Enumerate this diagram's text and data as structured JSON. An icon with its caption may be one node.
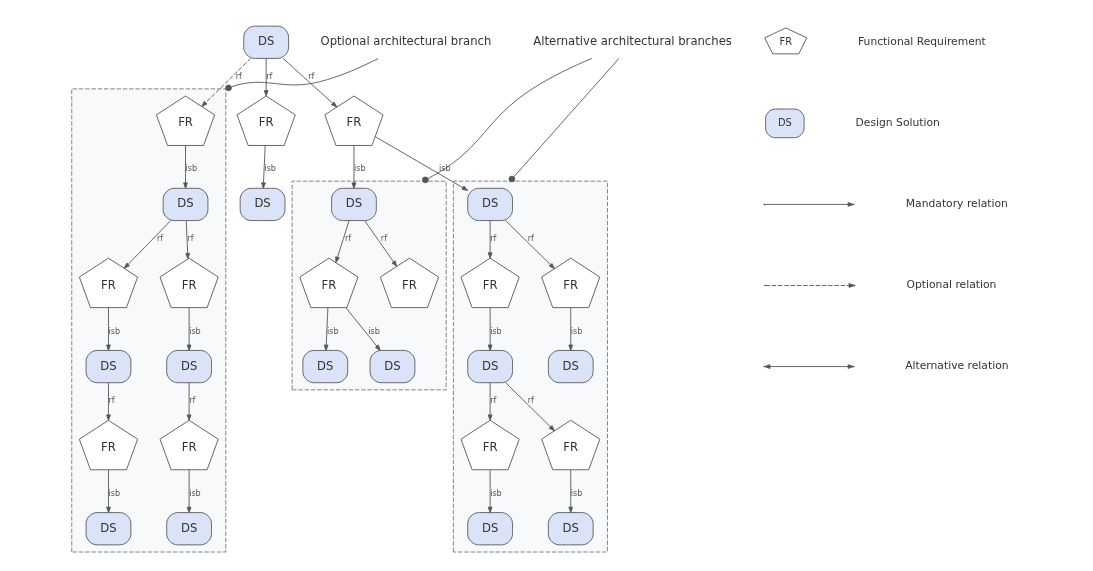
{
  "diagram": {
    "nodes": [
      {
        "text": [
          "DS"
        ]
      },
      {
        "text": [],
        "shape": "box"
      },
      {
        "text": [
          "FR"
        ],
        "in": 1
      },
      {
        "text": [
          "DS"
        ],
        "in": 1
      },
      {
        "text": [
          "FR"
        ],
        "in": 1
      },
      {
        "text": [
          "FR"
        ],
        "in": 1
      },
      {
        "text": [
          "DS"
        ],
        "in": 1
      },
      {
        "text": [
          "DS"
        ],
        "in": 1
      },
      {
        "text": [
          "FR"
        ],
        "in": 1
      },
      {
        "text": [
          "FR"
        ],
        "in": 1
      },
      {
        "text": [
          "DS"
        ],
        "in": 1
      },
      {
        "text": [
          "DS"
        ],
        "in": 1
      },
      {
        "text": [
          "FR"
        ]
      },
      {
        "text": [
          "DS"
        ]
      },
      {
        "text": [
          "FR"
        ]
      },
      {
        "text": [],
        "shape": "box"
      },
      {
        "text": [
          "DS"
        ],
        "in": 15
      },
      {
        "text": [
          "FR"
        ],
        "in": 15
      },
      {
        "text": [
          "FR"
        ],
        "in": 15
      },
      {
        "text": [
          "DS"
        ],
        "in": 15
      },
      {
        "text": [
          "DS"
        ],
        "in": 15
      },
      {
        "text": [],
        "shape": "box"
      },
      {
        "text": [
          "DS"
        ],
        "in": 21
      },
      {
        "text": [
          "FR"
        ],
        "in": 21
      },
      {
        "text": [
          "FR"
        ],
        "in": 21
      },
      {
        "text": [
          "DS"
        ],
        "in": 21
      },
      {
        "text": [
          "DS"
        ],
        "in": 21
      },
      {
        "text": [
          "FR"
        ],
        "in": 21
      },
      {
        "text": [
          "FR"
        ],
        "in": 21
      },
      {
        "text": [
          "DS"
        ],
        "in": 21
      },
      {
        "text": [
          "DS"
        ],
        "in": 21
      },
      {
        "text": [
          "Alternative architectural branches"
        ]
      },
      {
        "text": [
          "Optional architectural branch"
        ]
      }
    ],
    "edges": [
      {
        "from": 0,
        "to": 2,
        "arrow": "to",
        "label": "rf",
        "style": "dashed"
      },
      {
        "from": 0,
        "to": 12,
        "arrow": "to",
        "label": "rf"
      },
      {
        "from": 0,
        "to": 14,
        "arrow": "to",
        "label": "rf"
      },
      {
        "from": 2,
        "to": 3,
        "arrow": "to",
        "label": "isb"
      },
      {
        "from": 3,
        "to": 4,
        "arrow": "to",
        "label": "rf"
      },
      {
        "from": 3,
        "to": 5,
        "arrow": "to",
        "label": "rf"
      },
      {
        "from": 4,
        "to": 6,
        "arrow": "to",
        "label": "isb"
      },
      {
        "from": 5,
        "to": 7,
        "arrow": "to",
        "label": "isb"
      },
      {
        "from": 6,
        "to": 8,
        "arrow": "to",
        "label": "rf"
      },
      {
        "from": 7,
        "to": 9,
        "arrow": "to",
        "label": "rf"
      },
      {
        "from": 8,
        "to": 10,
        "arrow": "to",
        "label": "isb"
      },
      {
        "from": 9,
        "to": 11,
        "arrow": "to",
        "label": "isb"
      },
      {
        "from": 12,
        "to": 13,
        "arrow": "to",
        "label": "isb"
      },
      {
        "from": 14,
        "to": 16,
        "arrow": "to",
        "label": "isb"
      },
      {
        "from": 14,
        "to": 22,
        "arrow": "to",
        "label": "isb"
      },
      {
        "from": 16,
        "to": 17,
        "arrow": "to",
        "label": "rf"
      },
      {
        "from": 16,
        "to": 18,
        "arrow": "to",
        "label": "rf"
      },
      {
        "from": 17,
        "to": 19,
        "arrow": "to",
        "label": "isb"
      },
      {
        "from": 17,
        "to": 20,
        "arrow": "to",
        "label": "isb"
      },
      {
        "from": 22,
        "to": 23,
        "arrow": "to",
        "label": "rf"
      },
      {
        "from": 22,
        "to": 24,
        "arrow": "to",
        "label": "rf"
      },
      {
        "from": 23,
        "to": 25,
        "arrow": "to",
        "label": "isb"
      },
      {
        "from": 24,
        "to": 26,
        "arrow": "to",
        "label": "isb"
      },
      {
        "from": 25,
        "to": 27,
        "arrow": "to",
        "label": "rf"
      },
      {
        "from": 25,
        "to": 28,
        "arrow": "to",
        "label": "rf"
      },
      {
        "from": 27,
        "to": 29,
        "arrow": "to",
        "label": "isb"
      },
      {
        "from": 28,
        "to": 30,
        "arrow": "to",
        "label": "isb"
      },
      {
        "from": 31,
        "to": 15,
        "arrow": "other"
      },
      {
        "from": 31,
        "to": 21,
        "arrow": "other"
      },
      {
        "from": 32,
        "to": 1,
        "arrow": "other"
      }
    ],
    "labels": [
      "FR",
      "DS"
    ],
    "legend": [
      {
        "text": "Functional Requirement"
      },
      {
        "text": "Design Solution"
      },
      {
        "text": "Mandatory relation"
      },
      {
        "text": "Optional relation"
      },
      {
        "text": "Alternative relation"
      }
    ]
  }
}
